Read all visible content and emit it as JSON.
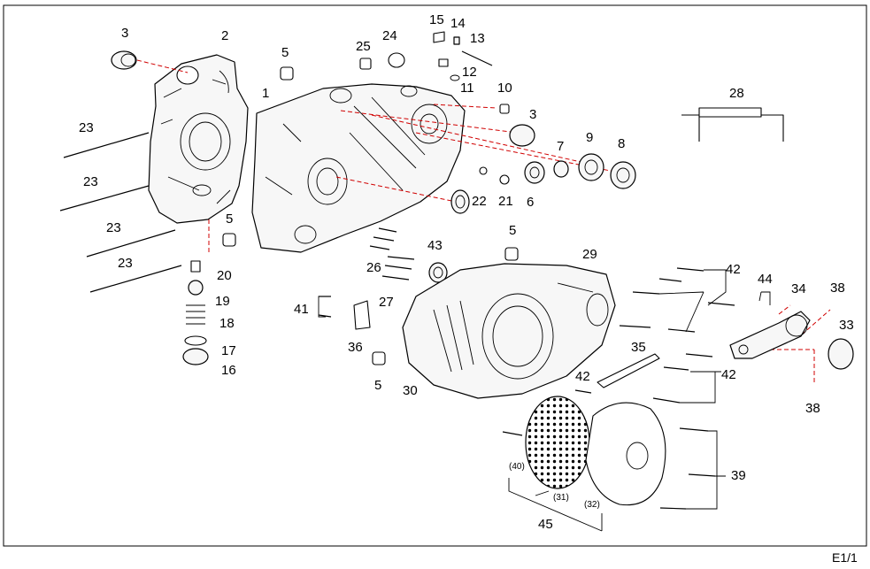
{
  "diagram": {
    "page_ref": "E1/1",
    "callouts": [
      "1",
      "2",
      "3",
      "3",
      "5",
      "5",
      "5",
      "5",
      "6",
      "7",
      "8",
      "9",
      "10",
      "11",
      "12",
      "13",
      "14",
      "15",
      "16",
      "17",
      "18",
      "19",
      "20",
      "21",
      "22",
      "23",
      "23",
      "23",
      "23",
      "24",
      "25",
      "26",
      "27",
      "28",
      "29",
      "30",
      "33",
      "34",
      "35",
      "36",
      "38",
      "38",
      "39",
      "41",
      "42",
      "42",
      "42",
      "43",
      "44",
      "45"
    ],
    "sub_refs": [
      "(40)",
      "(31)",
      "(32)"
    ]
  }
}
